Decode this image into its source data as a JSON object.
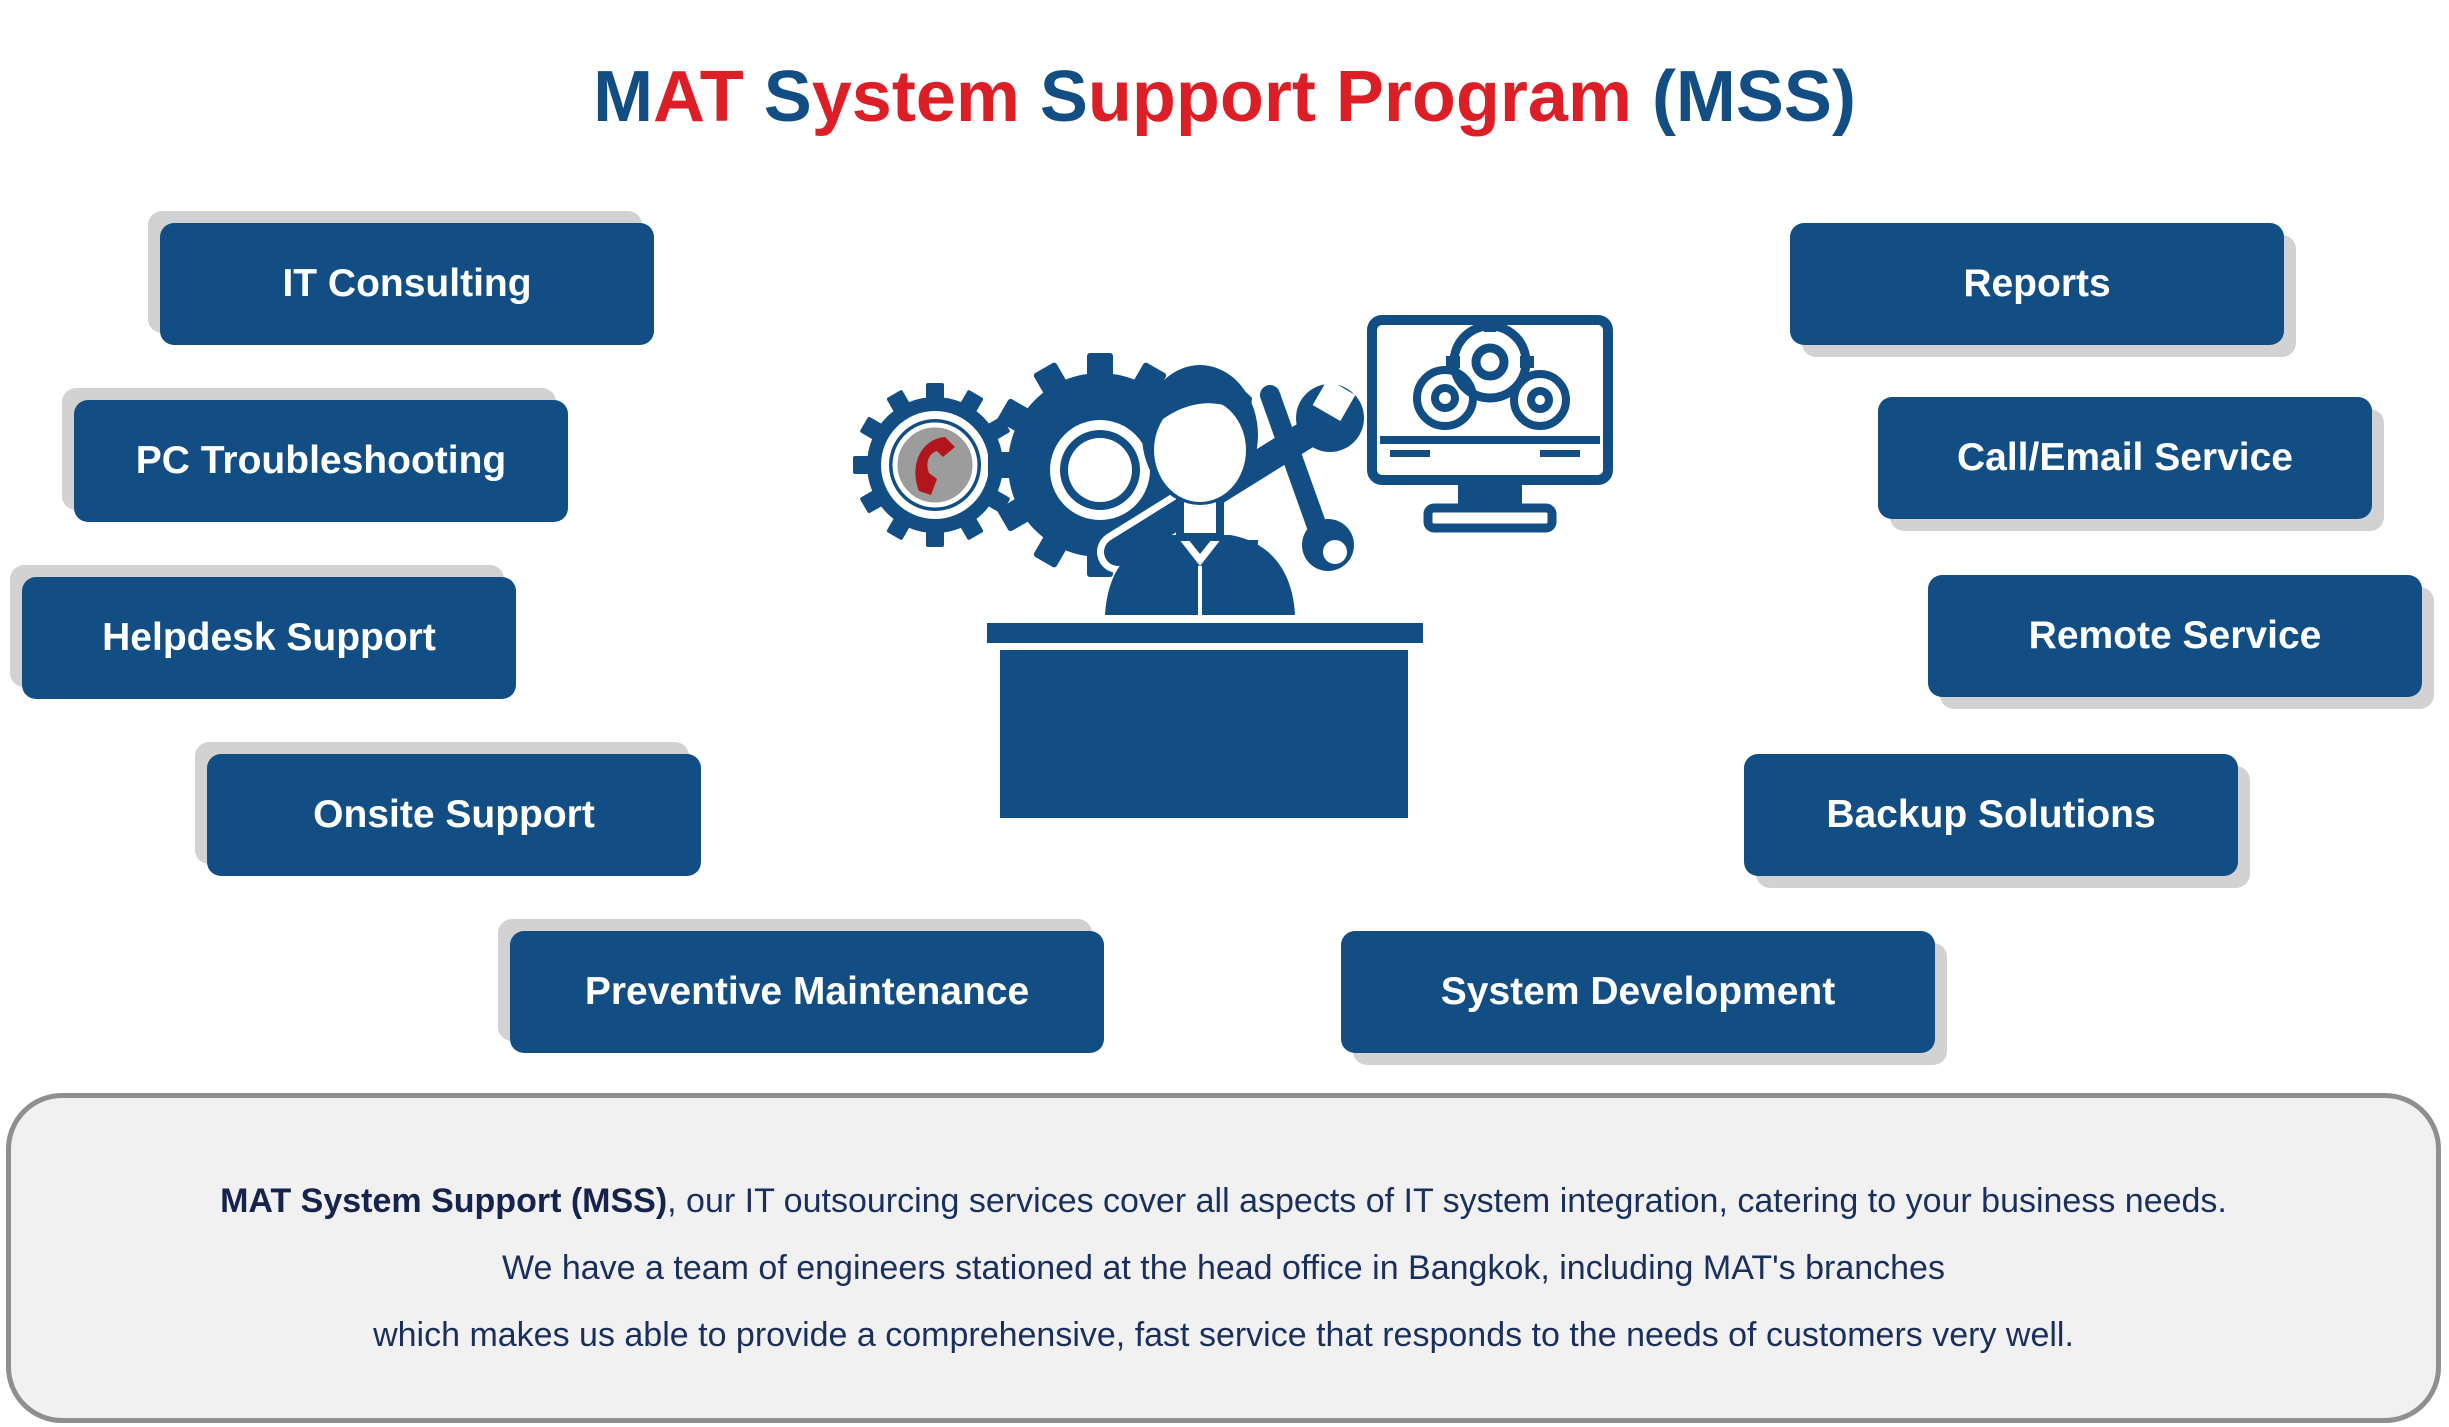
{
  "title": {
    "parts": [
      "M",
      "AT",
      " ",
      "S",
      "ystem",
      " ",
      "S",
      "upport",
      " ",
      "Program",
      " ",
      "(MSS)"
    ]
  },
  "colors": {
    "blue": "#124e84",
    "red": "#dc1f26",
    "shadow": "#d2d2d2",
    "panel": "#f1f1f1"
  },
  "services": {
    "left": [
      "IT Consulting",
      "PC Troubleshooting",
      "Helpdesk Support",
      "Onsite Support",
      "Preventive Maintenance"
    ],
    "right": [
      "Reports",
      "Call/Email Service",
      "Remote Service",
      "Backup Solutions",
      "System Development"
    ]
  },
  "illustration": {
    "icons": [
      "gear-icon",
      "phone-icon",
      "magnifier-icon",
      "person-icon",
      "wrench-icon",
      "monitor-icon",
      "desk-icon"
    ]
  },
  "description": {
    "lead": "MAT System Support (MSS)",
    "line1_rest": ", our IT outsourcing services cover all aspects of IT system integration, catering to your business needs.",
    "line2": "We have a team of engineers stationed at the head office in Bangkok, including MAT's branches",
    "line3": "which makes us able to provide a comprehensive, fast service that responds to the needs of customers very well."
  }
}
